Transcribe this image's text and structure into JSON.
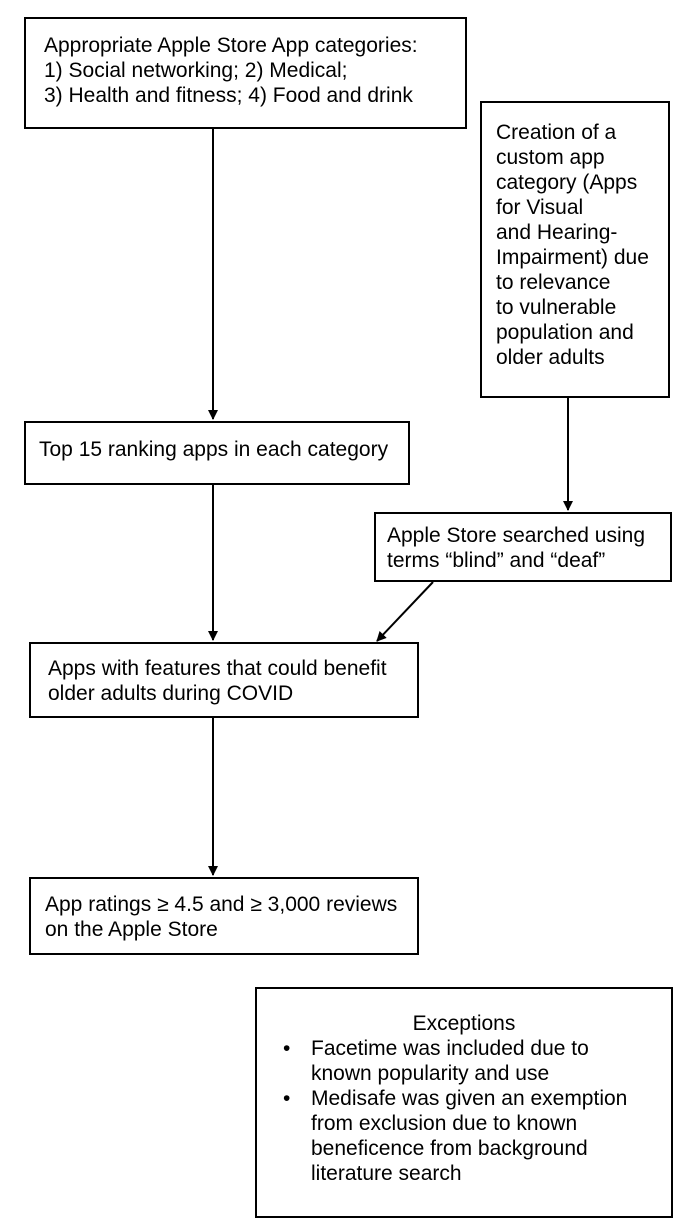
{
  "categories_box": {
    "lines": [
      "Appropriate Apple Store App categories:",
      "1) Social networking; 2) Medical;",
      "3) Health and fitness; 4) Food and drink"
    ]
  },
  "custom_box": {
    "lines": [
      "Creation of a",
      "custom app",
      "category (Apps",
      "for Visual",
      "and Hearing-",
      "Impairment) due",
      "to relevance",
      "to vulnerable",
      "population and",
      "older adults"
    ]
  },
  "top15_box": {
    "lines": [
      "Top 15 ranking apps in each category"
    ]
  },
  "search_box": {
    "lines": [
      "Apple Store searched using",
      "terms “blind” and “deaf”"
    ]
  },
  "features_box": {
    "lines": [
      "Apps with features that could benefit",
      "older adults during COVID"
    ]
  },
  "ratings_box": {
    "lines": [
      "App ratings ≥ 4.5 and ≥ 3,000 reviews",
      "on the Apple Store"
    ]
  },
  "exceptions_box": {
    "heading": "Exceptions",
    "bullet_glyph": "•",
    "items": [
      {
        "lines": [
          "Facetime was included due to",
          "known popularity and use"
        ]
      },
      {
        "lines": [
          "Medisafe was given an exemption",
          "from exclusion due to known",
          "beneficence from background",
          "literature search"
        ]
      }
    ]
  }
}
